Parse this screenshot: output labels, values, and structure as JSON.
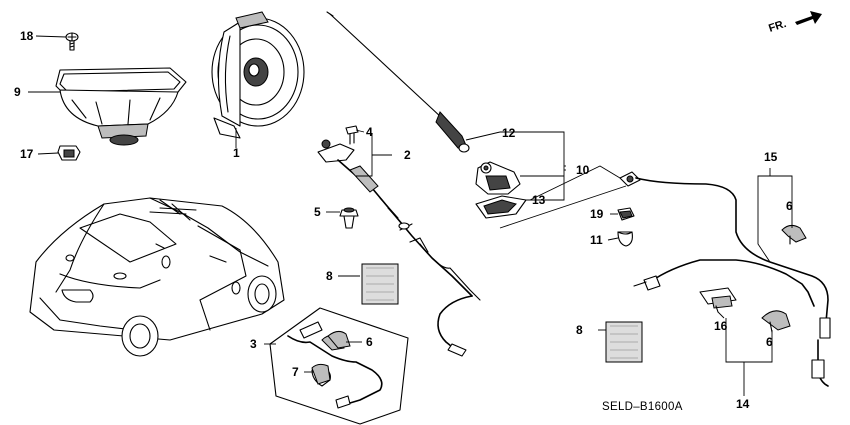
{
  "diagram": {
    "code": "SELD–B1600A",
    "direction_label": "FR.",
    "callouts": {
      "c1": "1",
      "c2": "2",
      "c3": "3",
      "c4": "4",
      "c5": "5",
      "c6a": "6",
      "c6b": "6",
      "c6c": "6",
      "c7": "7",
      "c8a": "8",
      "c8b": "8",
      "c9": "9",
      "c10": "10",
      "c11": "11",
      "c12": "12",
      "c13": "13",
      "c14": "14",
      "c15": "15",
      "c16": "16",
      "c17": "17",
      "c18": "18",
      "c19": "19"
    }
  }
}
